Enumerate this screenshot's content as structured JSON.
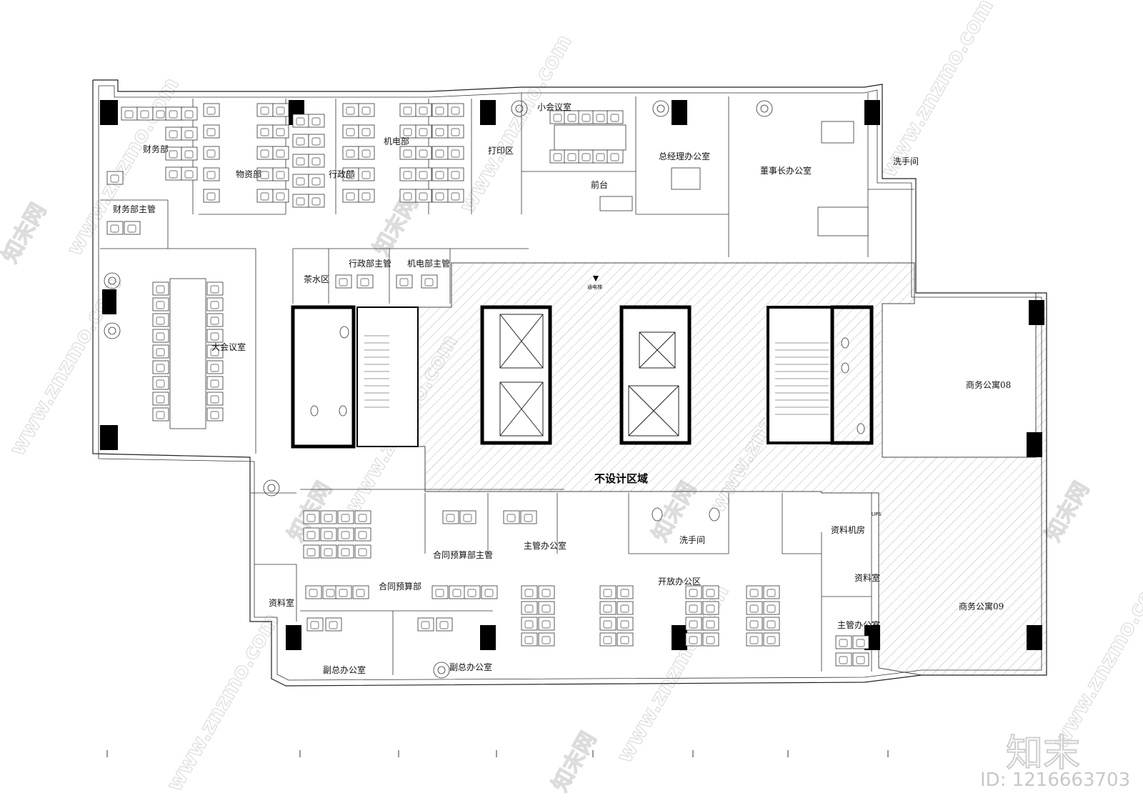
{
  "rooms": {
    "finance": "财务部",
    "finance_mgr": "财务部主管",
    "materials": "物资部",
    "admin": "行政部",
    "mech": "机电部",
    "print": "打印区",
    "small_meeting": "小会议室",
    "reception": "前台",
    "gm_office": "总经理办公室",
    "chairman_office": "董事长办公室",
    "washroom_top": "洗手间",
    "tea": "茶水区",
    "admin_mgr": "行政部主管",
    "mech_mgr": "机电部主管",
    "big_meeting": "大会议室",
    "apartment_08": "商务公寓08",
    "apartment_09": "商务公寓09",
    "no_design": "不设计区域",
    "contract_mgr": "合同预算部主管",
    "supervisor_office_1": "主管办公室",
    "washroom_mid": "洗手间",
    "data_room": "资料机房",
    "ups": "UPS",
    "archive_right": "资料室",
    "open_office": "开放办公区",
    "contract_dept": "合同预算部",
    "archive_left": "资料室",
    "supervisor_office_2": "主管办公室",
    "vp_office_1": "副总办公室",
    "vp_office_2": "副总办公室",
    "elevator_note": "通电梯"
  },
  "watermark": {
    "brand": "知末",
    "id": "ID: 1216663703",
    "site_cn": "知末网",
    "site_url": "www.znzmo.com"
  },
  "icons": [
    "column-icon",
    "plant-icon",
    "elevator-icon",
    "toilet-icon",
    "chair-icon",
    "desk-icon"
  ]
}
